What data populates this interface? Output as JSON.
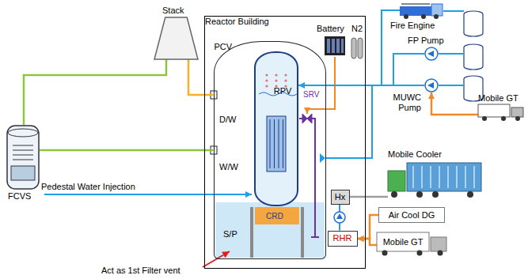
{
  "diagram": {
    "nodes": [
      {
        "text": [
          "Stack"
        ]
      },
      {
        "text": [
          "Reactor Building"
        ]
      },
      {
        "text": [
          "PCV"
        ],
        "in": 1
      },
      {
        "text": [
          "RPV"
        ],
        "in": 2
      },
      {
        "text": [
          "Hx"
        ],
        "in": 1
      },
      {
        "text": [
          "RHR"
        ],
        "in": 1
      },
      {
        "text": [
          "FCVS"
        ]
      },
      {
        "text": [
          "Fire Engine"
        ]
      },
      {
        "text": [
          "FP Pump"
        ]
      },
      {
        "text": [
          "MUWC Pump"
        ]
      },
      {
        "text": [
          "Mobile GT"
        ]
      },
      {
        "text": [
          "Mobile Cooler"
        ]
      },
      {
        "text": [
          "Air Cool DG"
        ]
      },
      {
        "text": [
          "Mobile GT"
        ]
      }
    ],
    "edges": [
      {
        "from": 2,
        "to": 0,
        "arrow": "none"
      },
      {
        "from": 2,
        "to": 6,
        "arrow": "none"
      },
      {
        "from": 6,
        "to": 0,
        "arrow": "none"
      },
      {
        "from": 7,
        "to": 9,
        "arrow": "none"
      },
      {
        "from": 8,
        "to": 9,
        "arrow": "none"
      },
      {
        "from": 9,
        "to": 3,
        "arrow": "to"
      },
      {
        "from": 9,
        "to": 2,
        "arrow": "none"
      },
      {
        "from": 10,
        "to": 9,
        "arrow": "to"
      },
      {
        "from": 11,
        "to": 4,
        "arrow": "none"
      },
      {
        "from": 5,
        "to": 4,
        "arrow": "none"
      },
      {
        "from": 12,
        "to": 5,
        "arrow": "to"
      },
      {
        "from": 13,
        "to": 5,
        "arrow": "to"
      }
    ],
    "labels": [
      "Battery",
      "N2",
      "SRV",
      "D/W",
      "W/W",
      "S/P",
      "CRD",
      "Pedestal Water Injection",
      "Act as 1st Filter vent"
    ]
  }
}
